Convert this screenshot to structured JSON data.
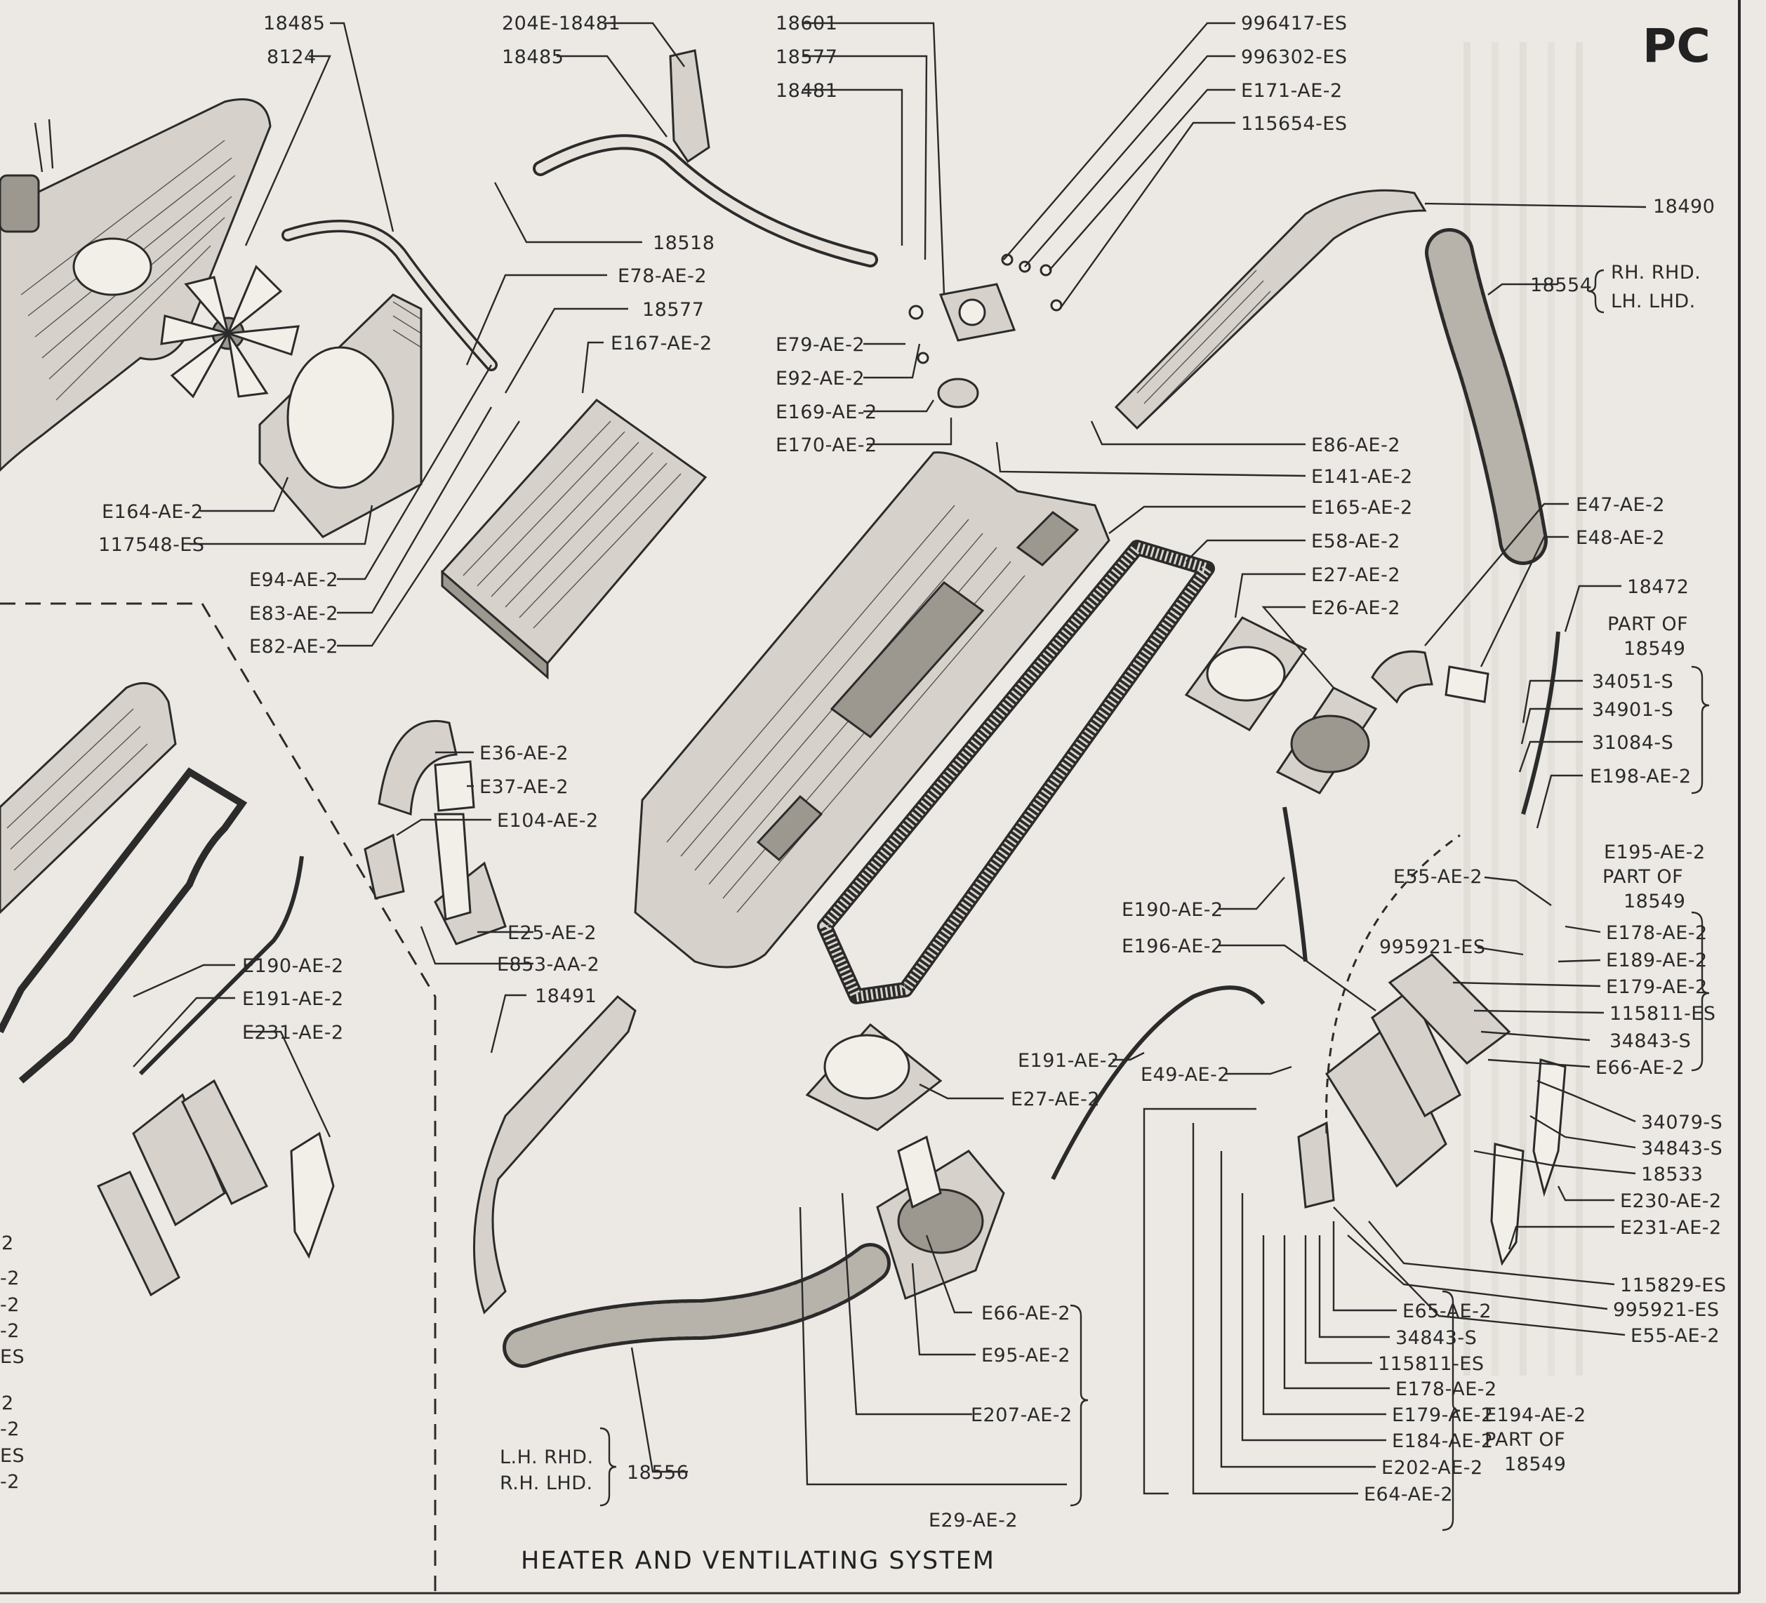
{
  "page": {
    "code": "PC",
    "title": "HEATER AND VENTILATING SYSTEM"
  },
  "labels": {
    "p18485a": "18485",
    "p8124": "8124",
    "p204e18481": "204E-18481",
    "p18485b": "18485",
    "p18601": "18601",
    "p18577a": "18577",
    "p18481": "18481",
    "p18518": "18518",
    "pE78": "E78-AE-2",
    "p18577b": "18577",
    "pE167": "E167-AE-2",
    "pE79": "E79-AE-2",
    "pE92": "E92-AE-2",
    "pE169": "E169-AE-2",
    "pE170": "E170-AE-2",
    "p996417": "996417-ES",
    "p996302": "996302-ES",
    "pE171": "E171-AE-2",
    "p115654": "115654-ES",
    "p18490": "18490",
    "p18554": "18554",
    "rhRhd": "RH. RHD.",
    "lhLhd": "LH. LHD.",
    "pE86": "E86-AE-2",
    "pE141": "E141-AE-2",
    "pE165": "E165-AE-2",
    "pE58": "E58-AE-2",
    "pE27a": "E27-AE-2",
    "pE26": "E26-AE-2",
    "pE47": "E47-AE-2",
    "pE48": "E48-AE-2",
    "p18472": "18472",
    "partOf1": "PART OF",
    "p18549a": "18549",
    "p34051": "34051-S",
    "p34901": "34901-S",
    "p31084": "31084-S",
    "pE198": "E198-AE-2",
    "pE195": "E195-AE-2",
    "partOf2": "PART OF",
    "p18549b": "18549",
    "pE55a": "E55-AE-2",
    "pE178a": "E178-AE-2",
    "p995921a": "995921-ES",
    "pE189": "E189-AE-2",
    "pE179a": "E179-AE-2",
    "p115811a": "115811-ES",
    "p34843a": "34843-S",
    "pE66a": "E66-AE-2",
    "p34079": "34079-S",
    "p34843b": "34843-S",
    "p18533": "18533",
    "pE230": "E230-AE-2",
    "pE231a": "E231-AE-2",
    "p115829": "115829-ES",
    "p995921b": "995921-ES",
    "pE55b": "E55-AE-2",
    "pE65": "E65-AE-2",
    "p34843c": "34843-S",
    "p115811b": "115811-ES",
    "pE178b": "E178-AE-2",
    "pE179b": "E179-AE-2",
    "pE184": "E184-AE-2",
    "pE202": "E202-AE-2",
    "pE64": "E64-AE-2",
    "pE194": "E194-AE-2",
    "partOf3": "PART OF",
    "p18549c": "18549",
    "pE164": "E164-AE-2",
    "p117548": "117548-ES",
    "pE94": "E94-AE-2",
    "pE83": "E83-AE-2",
    "pE82": "E82-AE-2",
    "pE36": "E36-AE-2",
    "pE37": "E37-AE-2",
    "pE104": "E104-AE-2",
    "pE25": "E25-AE-2",
    "pE853": "E853-AA-2",
    "pE190a": "E190-AE-2",
    "pE191a": "E191-AE-2",
    "pE231b": "E231-AE-2",
    "p18491": "18491",
    "pE190b": "E190-AE-2",
    "pE196": "E196-AE-2",
    "pE191b": "E191-AE-2",
    "pE49": "E49-AE-2",
    "pE27b": "E27-AE-2",
    "pE66b": "E66-AE-2",
    "pE95": "E95-AE-2",
    "pE207": "E207-AE-2",
    "pE29": "E29-AE-2",
    "lhRhd": "L.H. RHD.",
    "rhLhd": "R.H. LHD.",
    "p18556": "18556",
    "cut1": "2",
    "cut2": "-2",
    "cut3": "-2",
    "cut4": "-2",
    "cut5": "ES",
    "cut6": "2",
    "cut7": "-2",
    "cut8": "ES",
    "cut9": "-2"
  }
}
